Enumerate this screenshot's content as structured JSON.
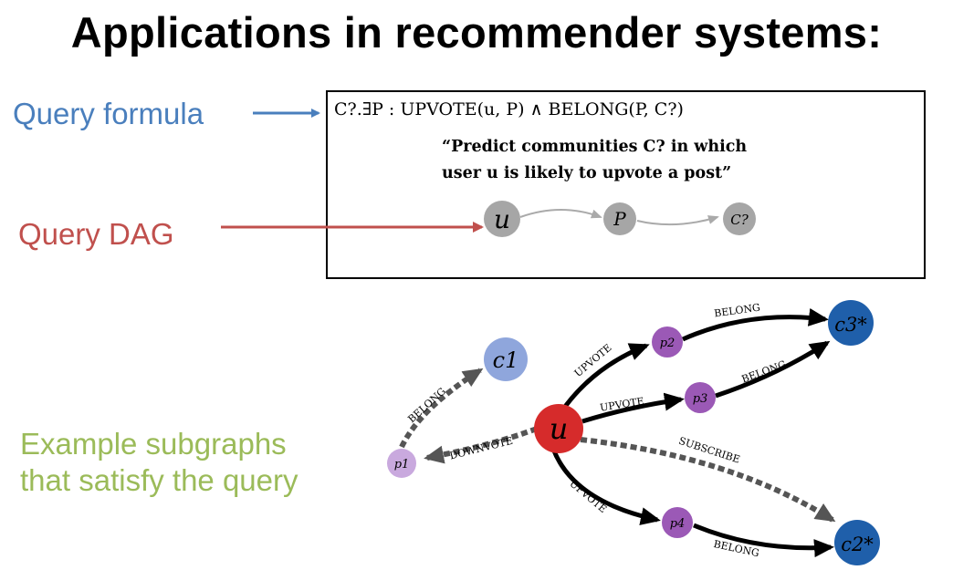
{
  "title": "Applications in recommender systems:",
  "labels": {
    "query_formula": "Query formula",
    "query_dag": "Query DAG",
    "example_line1": "Example subgraphs",
    "example_line2": "that satisfy the query"
  },
  "query_box": {
    "formula": "C?.∃P : UPVOTE(u, P) ∧ BELONG(P, C?)",
    "quote_line1": "“Predict communities C? in which",
    "quote_line2": "user u is likely to upvote a post”"
  },
  "dag_nodes": [
    "u",
    "P",
    "C?"
  ],
  "graph": {
    "nodes": {
      "u": "u",
      "p1": "p1",
      "p2": "p2",
      "p3": "p3",
      "p4": "p4",
      "c1": "c1",
      "c2": "c2*",
      "c3": "c3*"
    },
    "edges": {
      "downvote": "DOWNVOTE",
      "belong_p1_c1": "BELONG",
      "upvote_p2": "UPVOTE",
      "upvote_p3": "UPVOTE",
      "upvote_p4": "UPVOTE",
      "subscribe": "SUBSCRIBE",
      "belong_p2_c3": "BELONG",
      "belong_p3_c3": "BELONG",
      "belong_p4_c2": "BELONG"
    }
  },
  "colors": {
    "query_formula": "#4a7fbd",
    "query_dag": "#c0504d",
    "example": "#9bbb59",
    "user_node": "#d62b2b",
    "post_node": "#9b59b6",
    "post_node_light": "#c9a9de",
    "community_node": "#1f5faa",
    "community_node_light": "#8fa6dc",
    "dag_node": "#a6a6a6"
  }
}
